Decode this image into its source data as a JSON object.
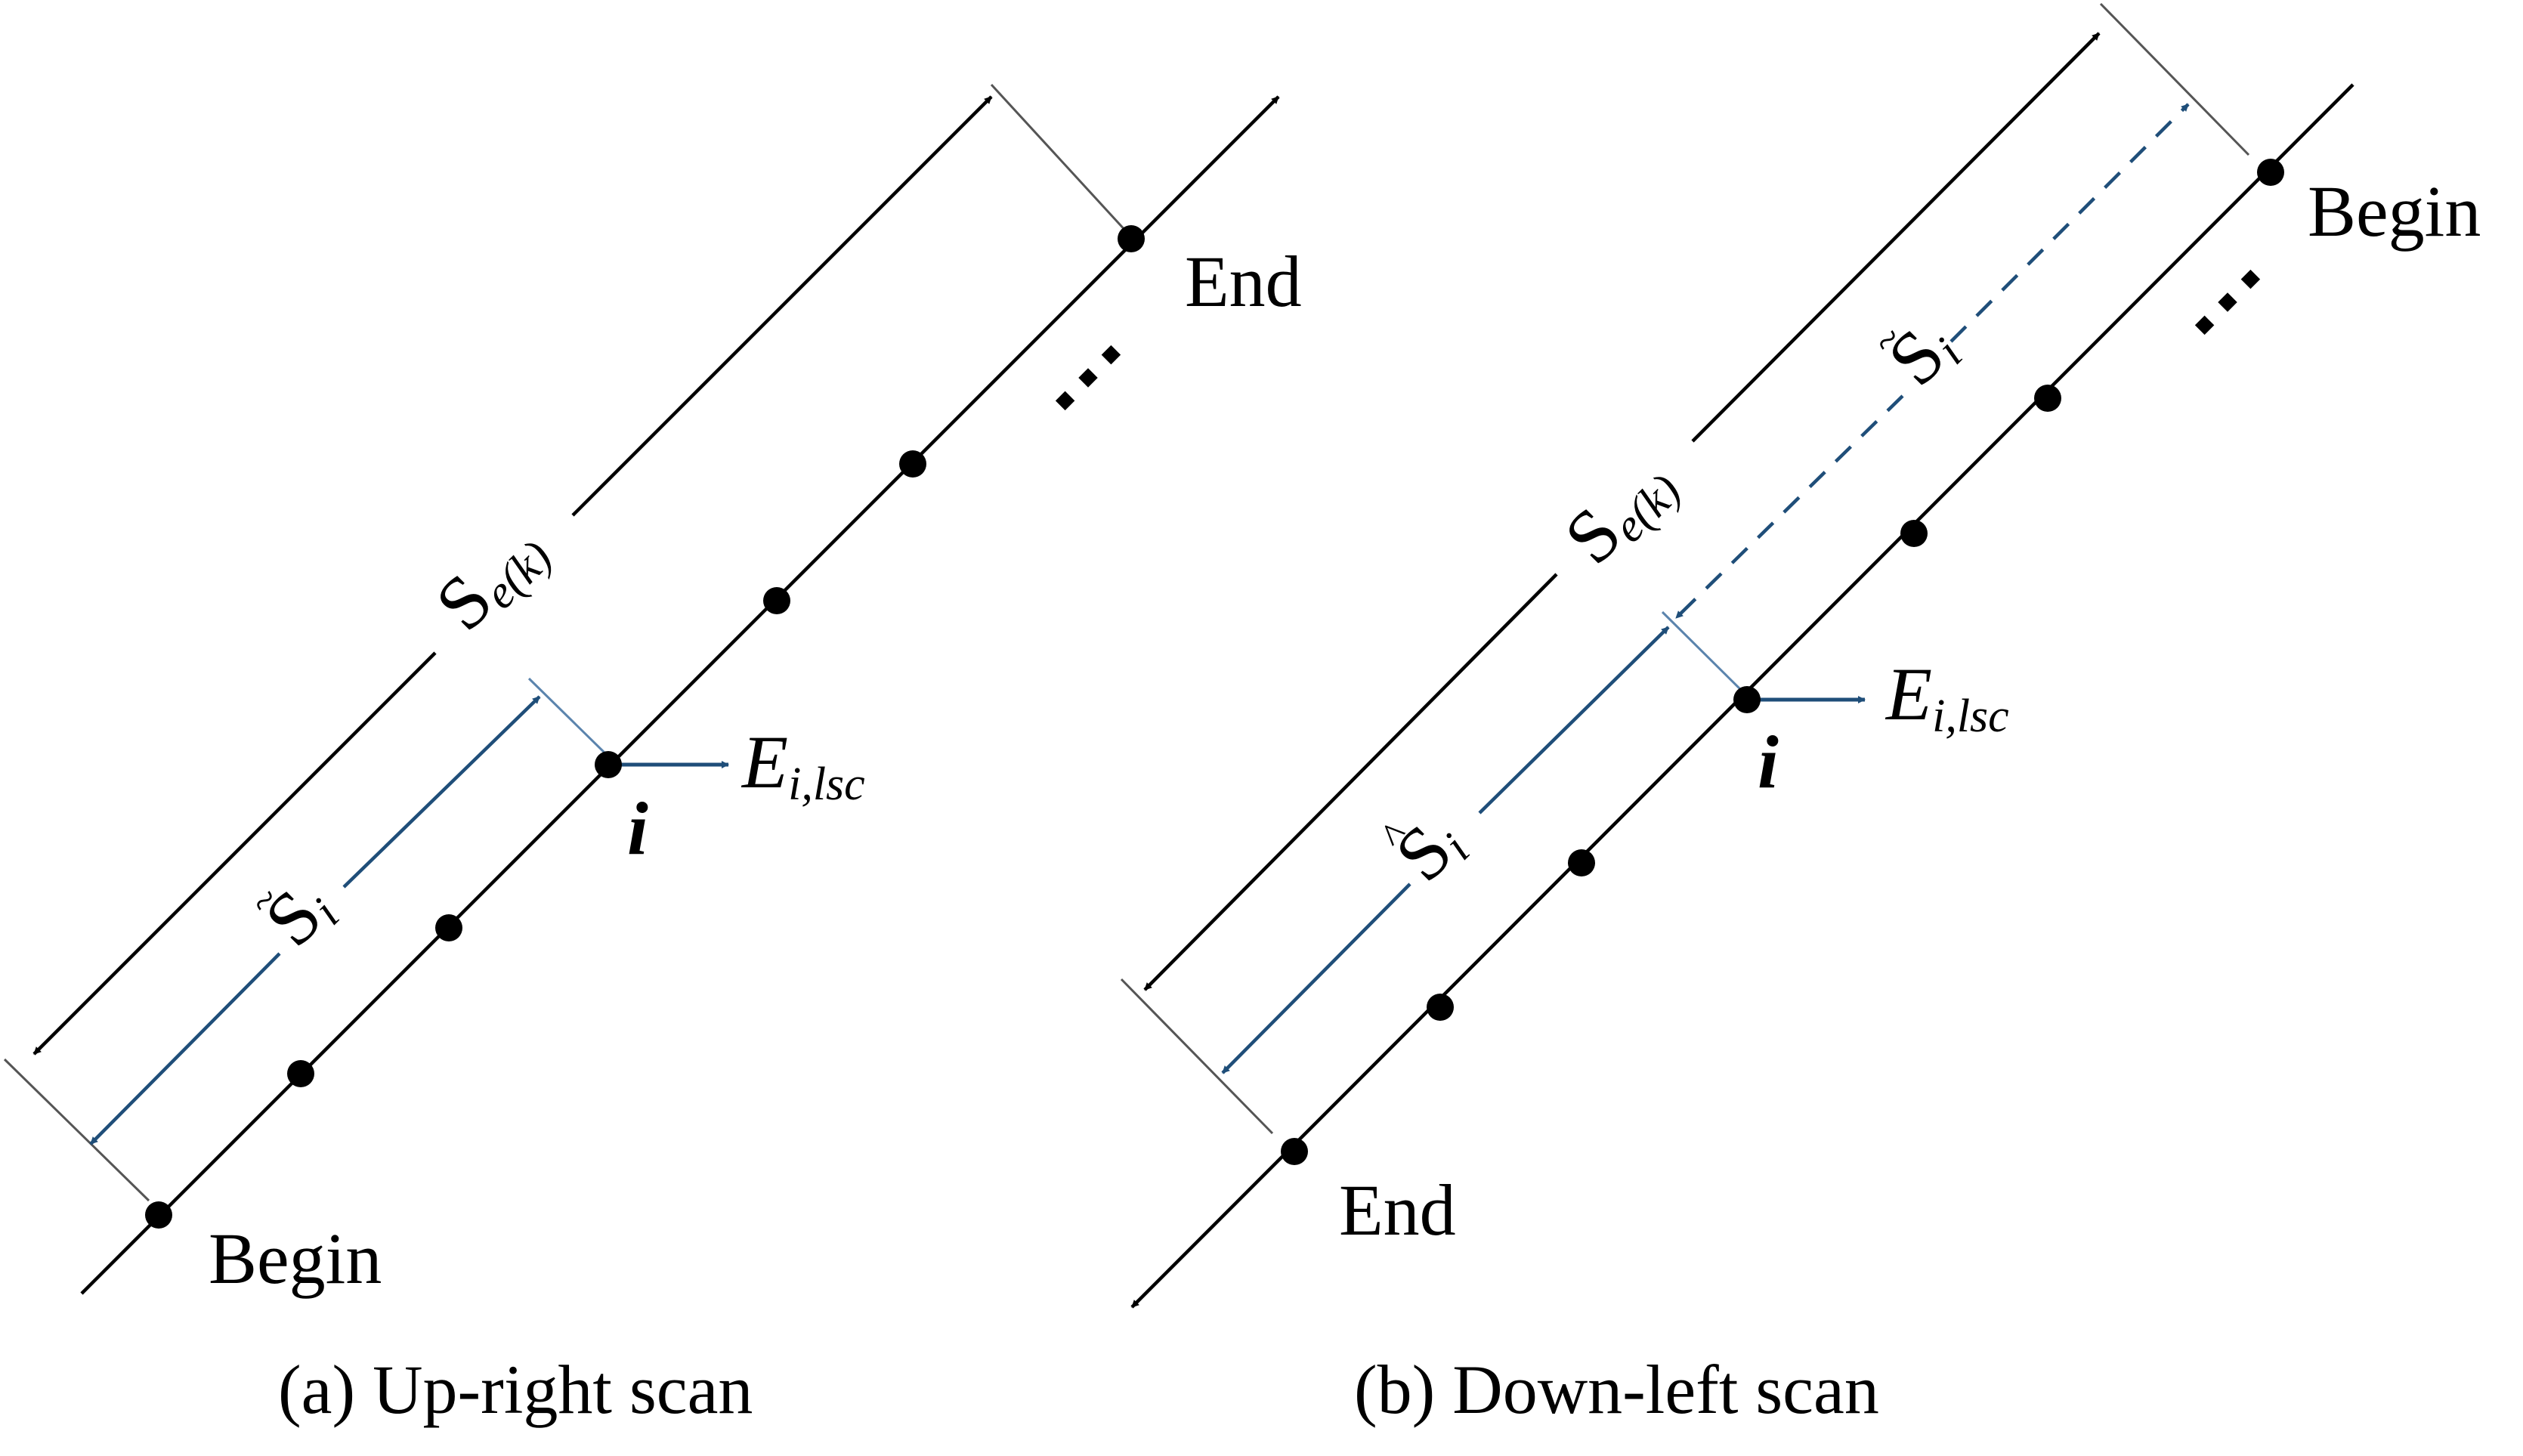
{
  "colors": {
    "black": "#000000",
    "blue": "#1f4e79",
    "guide": "#555555",
    "guide_blue": "#5b84ad"
  },
  "panel_a": {
    "caption": "(a) Up-right scan",
    "begin_label": "Begin",
    "end_label": "End",
    "node_label": "i",
    "vector_main": "E",
    "vector_sub": "i,lsc",
    "total_main": "S",
    "total_sub": "e(k)",
    "partial_main": "S",
    "partial_accent": "~",
    "partial_sub": "i",
    "ellipsis": "..."
  },
  "panel_b": {
    "caption": "(b) Down-left scan",
    "begin_label": "Begin",
    "end_label": "End",
    "node_label": "i",
    "vector_main": "E",
    "vector_sub": "i,lsc",
    "total_main": "S",
    "total_sub": "e(k)",
    "partial_main": "S",
    "partial_accent": "^",
    "partial_sub": "i",
    "remaining_main": "S",
    "remaining_accent": "~",
    "remaining_sub": "i",
    "ellipsis": "..."
  }
}
